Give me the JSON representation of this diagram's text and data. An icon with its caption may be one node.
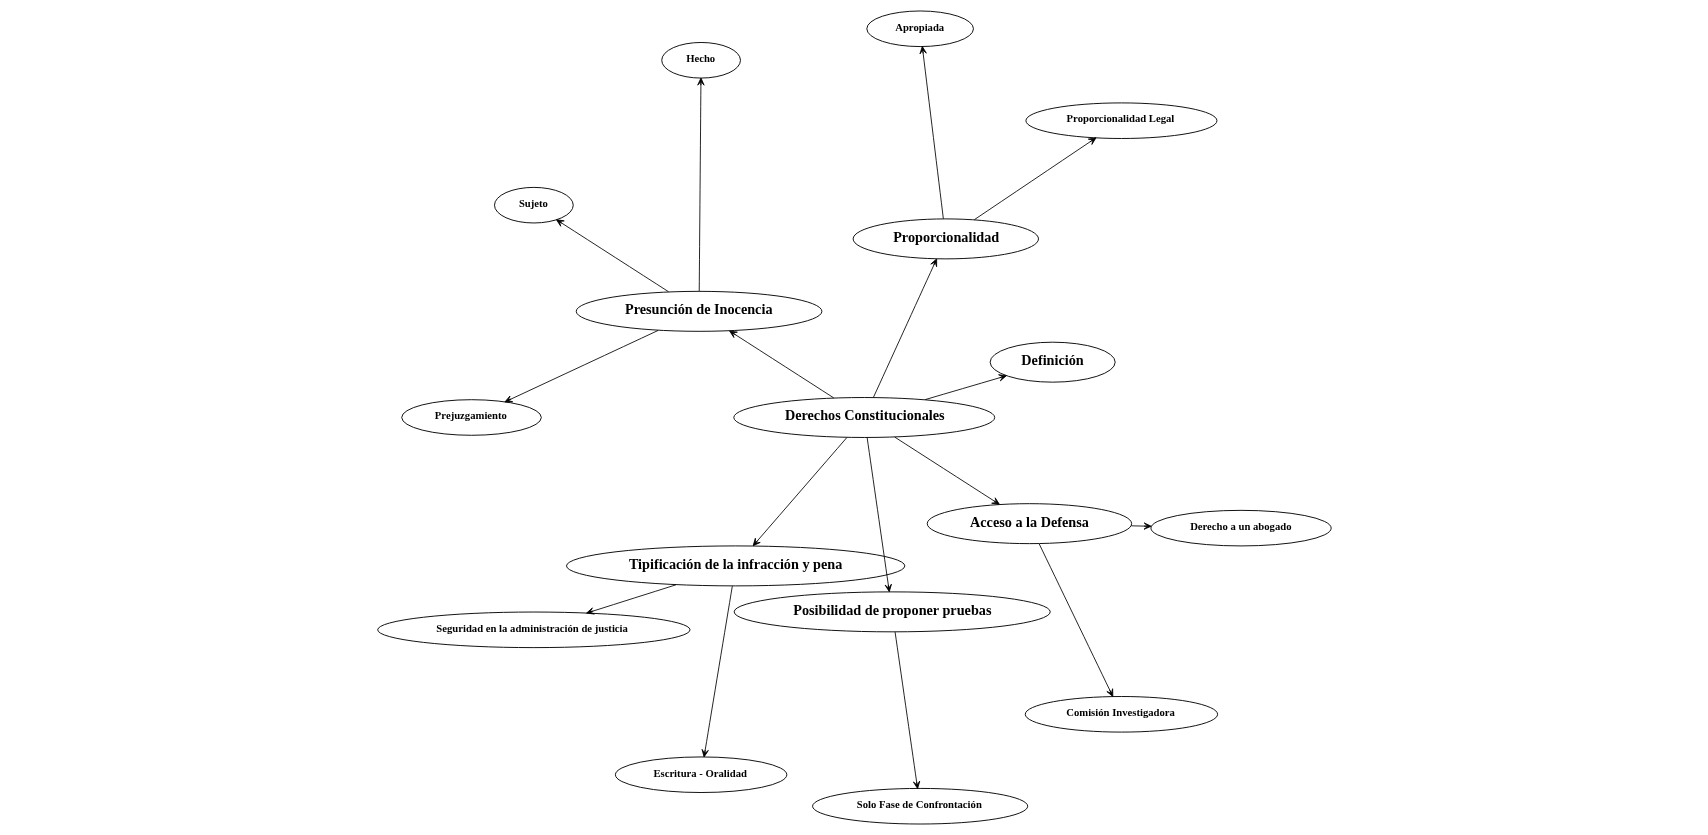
{
  "diagram": {
    "nodes": [
      {
        "text": [
          "Derechos Constitucionales"
        ]
      },
      {
        "text": [
          "Definición"
        ]
      },
      {
        "text": [
          "Proporcionalidad"
        ]
      },
      {
        "text": [
          "Proporcionalidad Legal"
        ]
      },
      {
        "text": [
          "Apropiada"
        ]
      },
      {
        "text": [
          "Presunción de Inocencia"
        ]
      },
      {
        "text": [
          "Hecho"
        ]
      },
      {
        "text": [
          "Sujeto"
        ]
      },
      {
        "text": [
          "Prejuzgamiento"
        ]
      },
      {
        "text": [
          "Tipificación de la infracción y pena"
        ]
      },
      {
        "text": [
          "Seguridad en la administración de justicia"
        ]
      },
      {
        "text": [
          "Escritura - Oralidad"
        ]
      },
      {
        "text": [
          "Posibilidad de proponer pruebas"
        ]
      },
      {
        "text": [
          "Solo Fase de Confrontación"
        ]
      },
      {
        "text": [
          "Acceso a la Defensa"
        ]
      },
      {
        "text": [
          "Comisión Investigadora"
        ]
      },
      {
        "text": [
          "Derecho a un abogado"
        ]
      }
    ],
    "edges": [
      {
        "from": 0,
        "to": 1,
        "arrow": "to"
      },
      {
        "from": 0,
        "to": 2,
        "arrow": "to"
      },
      {
        "from": 2,
        "to": 3,
        "arrow": "to"
      },
      {
        "from": 2,
        "to": 4,
        "arrow": "to"
      },
      {
        "from": 0,
        "to": 5,
        "arrow": "to"
      },
      {
        "from": 5,
        "to": 6,
        "arrow": "to"
      },
      {
        "from": 5,
        "to": 7,
        "arrow": "to"
      },
      {
        "from": 5,
        "to": 8,
        "arrow": "to"
      },
      {
        "from": 0,
        "to": 9,
        "arrow": "to"
      },
      {
        "from": 9,
        "to": 10,
        "arrow": "to"
      },
      {
        "from": 9,
        "to": 11,
        "arrow": "to"
      },
      {
        "from": 0,
        "to": 12,
        "arrow": "to"
      },
      {
        "from": 12,
        "to": 13,
        "arrow": "to"
      },
      {
        "from": 0,
        "to": 14,
        "arrow": "to"
      },
      {
        "from": 14,
        "to": 15,
        "arrow": "to"
      },
      {
        "from": 14,
        "to": 16,
        "arrow": "to"
      }
    ]
  }
}
